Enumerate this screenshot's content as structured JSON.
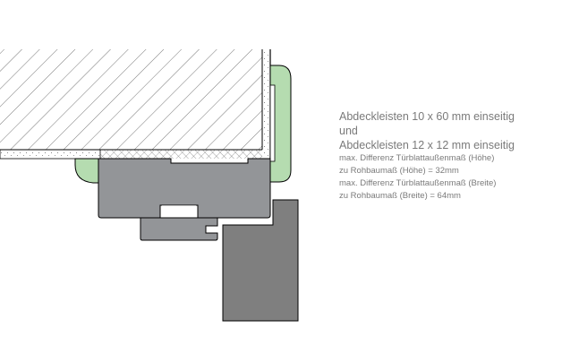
{
  "notes": {
    "line1": "Abdeckleisten 10 x 60 mm einseitig",
    "line2": "und",
    "line3": "Abdeckleisten 12 x 12 mm einseitig",
    "line4": "max. Differenz Türblattaußenmaß (Höhe)",
    "line5": "zu Rohbaumaß (Höhe) = 32mm",
    "line6": "max. Differenz Türblattaußenmaß (Breite)",
    "line7": "zu Rohbaumaß (Breite) = 64mm"
  },
  "colors": {
    "frame": "#939598",
    "door": "#7f7f7f",
    "trim": "#b5dcb0",
    "text": "#7a7a7a"
  }
}
